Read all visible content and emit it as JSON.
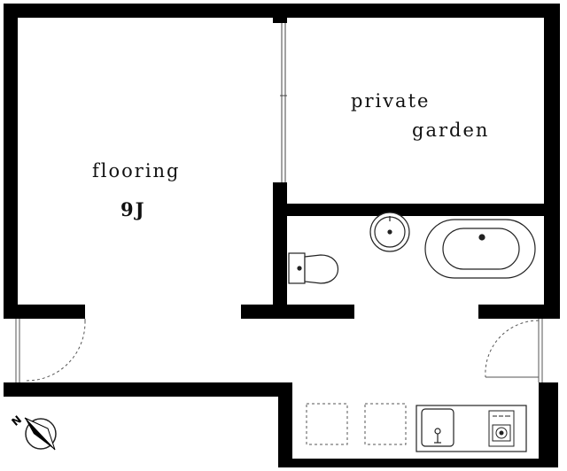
{
  "rooms": {
    "main_room": {
      "label": "flooring",
      "size": "9J"
    },
    "garden": {
      "line1": "private",
      "line2": "garden"
    }
  },
  "compass": {
    "letter": "N"
  },
  "icons": [
    "compass-icon",
    "toilet-icon",
    "sink-icon",
    "bathtub-icon",
    "kitchen-sink-icon",
    "stove-icon",
    "washer-space-icon",
    "fridge-space-icon"
  ],
  "colors": {
    "wall": "#000000",
    "background": "#ffffff",
    "line": "#333333"
  }
}
